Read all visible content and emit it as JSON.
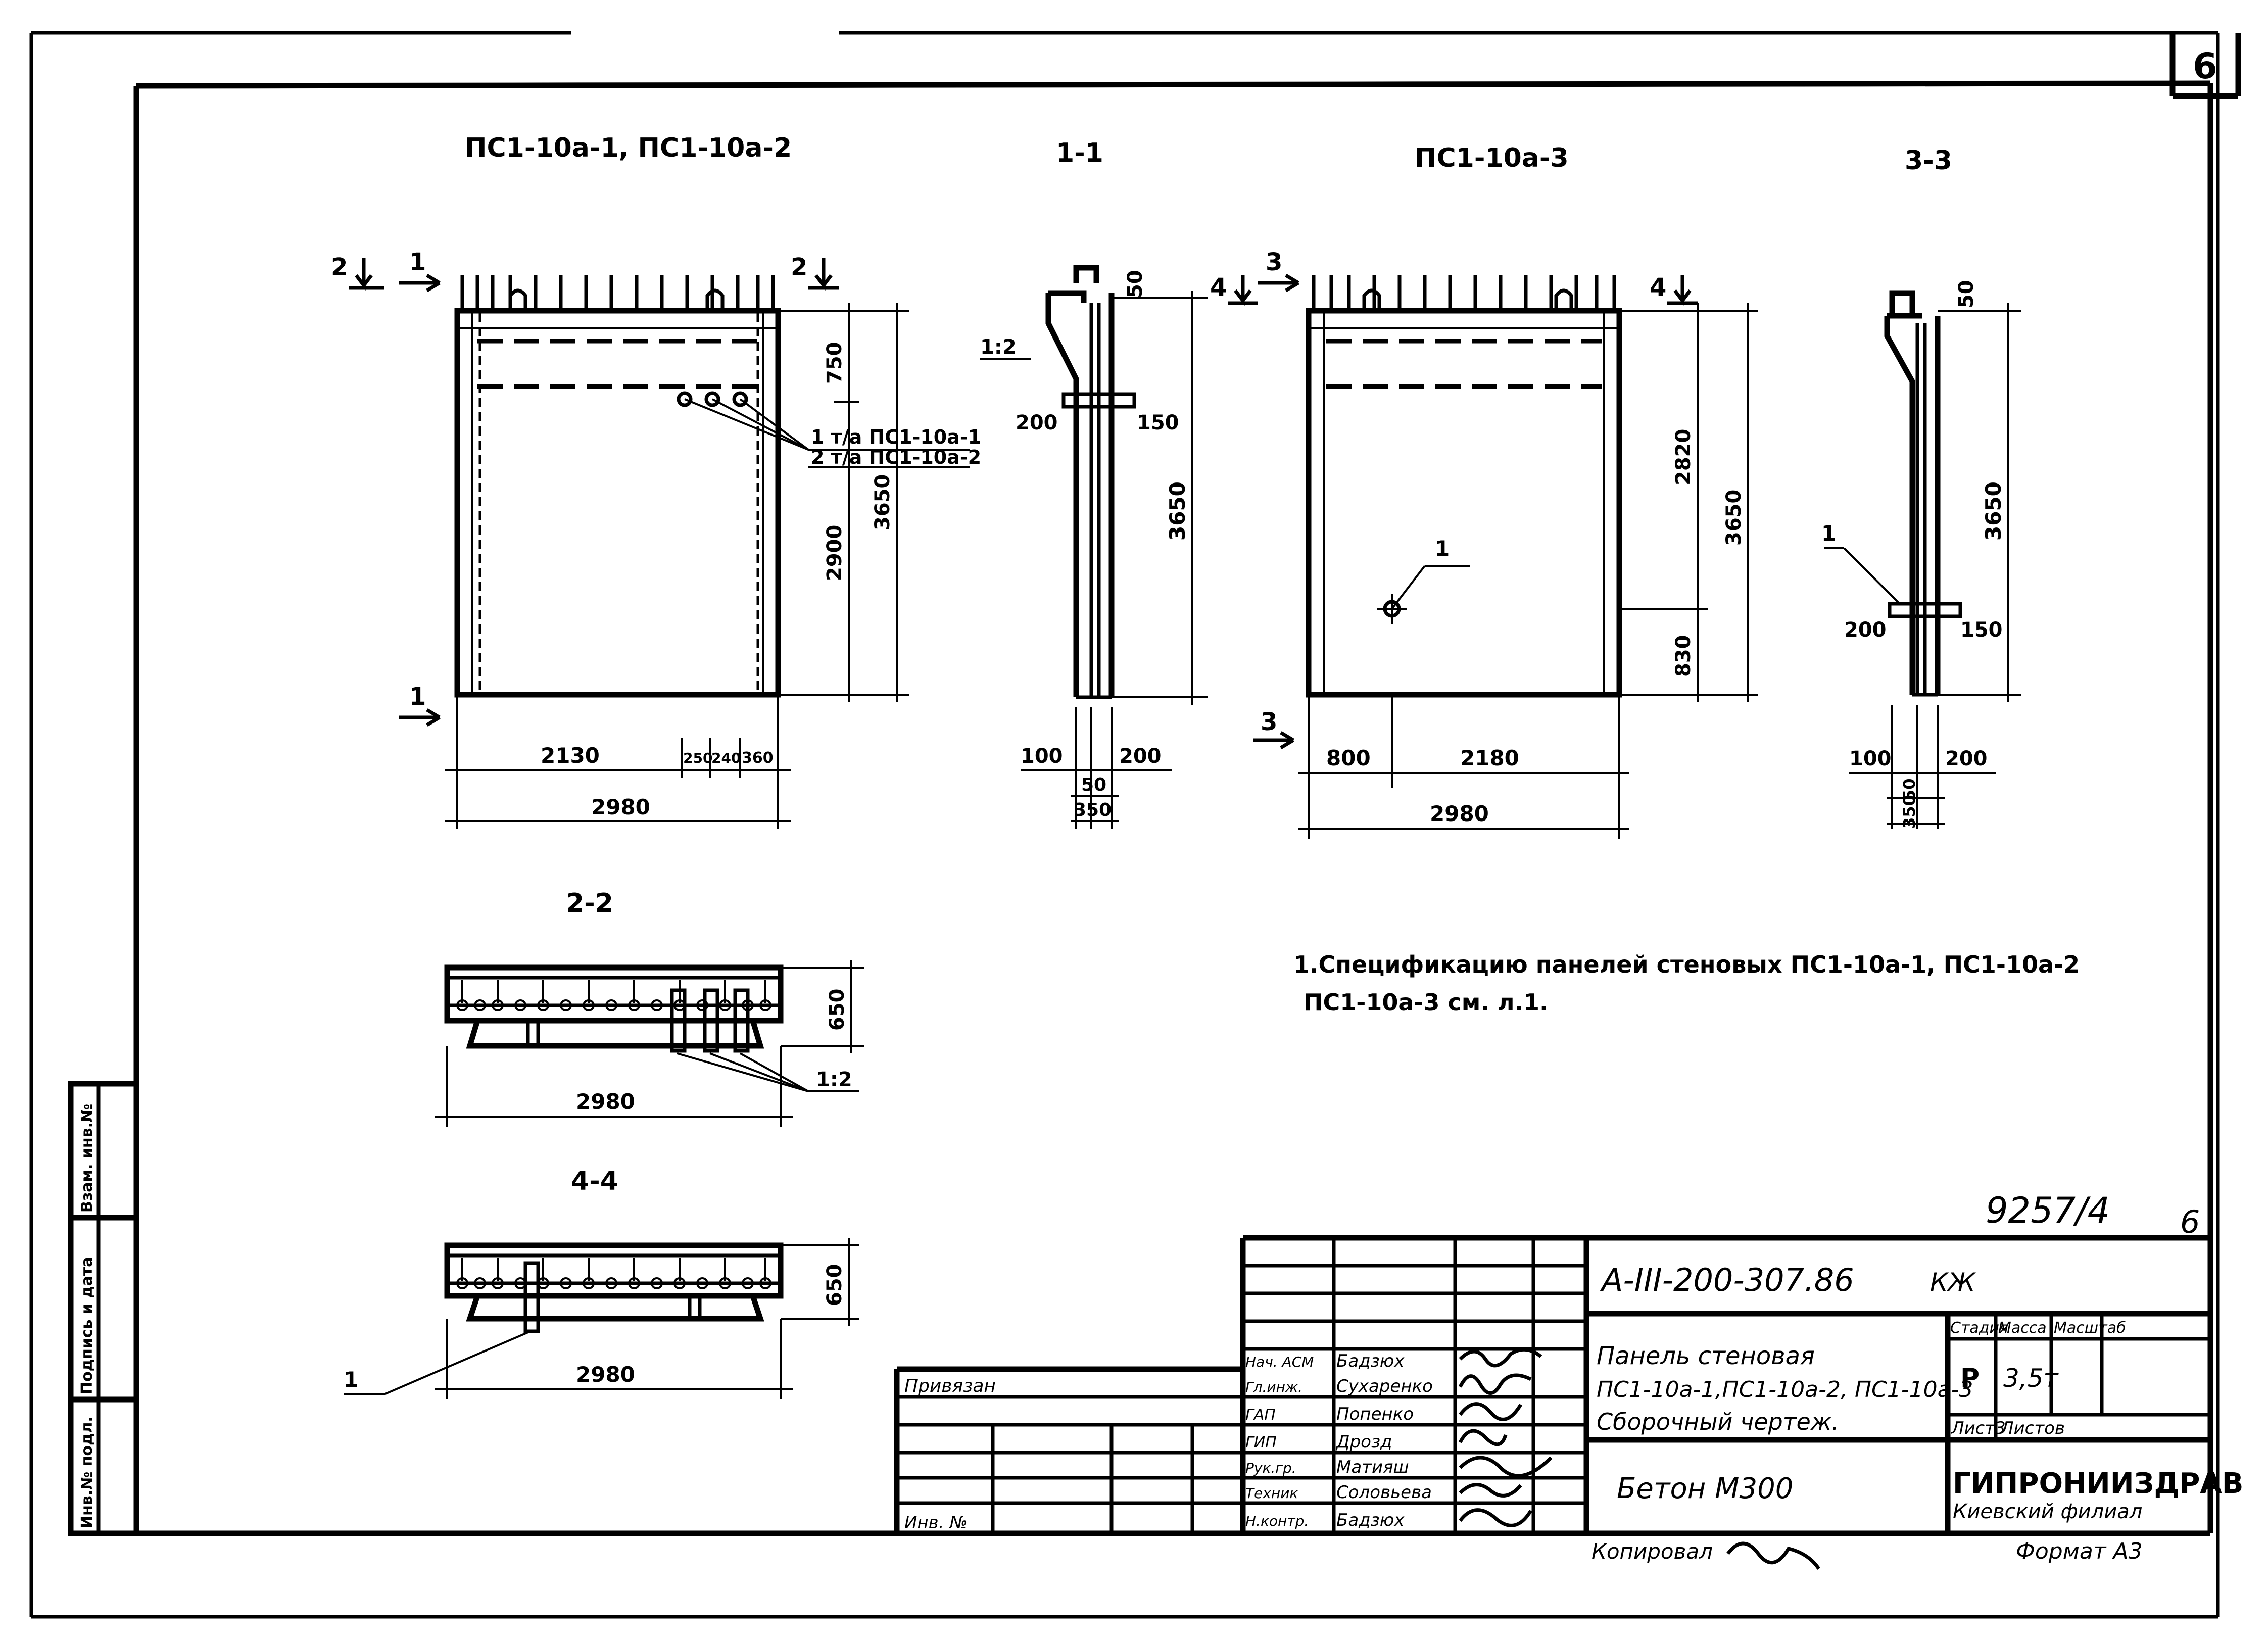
{
  "sheet_corner_number": "6",
  "views": {
    "view_a_title": "ПС1-10а-1, ПС1-10а-2",
    "view_b_title": "1-1",
    "view_c_title": "ПС1-10а-3",
    "view_d_title": "3-3",
    "view_e_title": "2-2",
    "view_f_title": "4-4"
  },
  "section_marks": {
    "m1": "1",
    "m2": "2",
    "m3": "3",
    "m4": "4"
  },
  "dimensions": {
    "d750": "750",
    "d2900": "2900",
    "d3650": "3650",
    "d2130": "2130",
    "d250": "250",
    "d240": "240",
    "d360": "360",
    "d2980": "2980",
    "d50": "50",
    "d200": "200",
    "d150": "150",
    "d100": "100",
    "d350": "350",
    "d2820": "2820",
    "d830": "830",
    "d800": "800",
    "d2180": "2180",
    "d650": "650"
  },
  "callouts": {
    "scale_12": "1:2",
    "leader_1": "1",
    "loop_a1": "1 т/а ПС1-10а-1",
    "loop_a2": "2 т/а ПС1-10а-2"
  },
  "note": {
    "line1": "1.Спецификацию панелей стеновых  ПС1-10а-1, ПС1-10а-2",
    "line2": "ПС1-10а-3 см. л.1."
  },
  "archive_number": "9257/4",
  "archive_sheet": "6",
  "title_block": {
    "designation": "А-III-200-307.86",
    "designation_suffix": "КЖ",
    "title_line1": "Панель стеновая",
    "title_line2": "ПС1-10а-1,ПС1-10а-2, ПС1-10а-3",
    "title_line3": "Сборочный чертеж.",
    "material": "Бетон М300",
    "stage_header": "Стадия",
    "mass_header": "Масса",
    "scale_header": "Масштаб",
    "stage_value": "Р",
    "mass_value": "3,5т",
    "sheet_label": "Лист3",
    "sheets_label": "Листов",
    "org_name": "ГИПРОНИИЗДРАВ",
    "org_branch": "Киевский филиал",
    "privyazan": "Привязан",
    "inv_no": "Инв. №",
    "copied_by": "Копировал",
    "format": "Формат А3"
  },
  "staff": [
    {
      "role": "Нач. АСМ",
      "name": "Бадзюх"
    },
    {
      "role": "Гл.инж.",
      "name": "Сухаренко"
    },
    {
      "role": "ГАП",
      "name": "Попенко"
    },
    {
      "role": "ГИП",
      "name": "Дрозд"
    },
    {
      "role": "Рук.гр.",
      "name": "Матияш"
    },
    {
      "role": "Техник",
      "name": "Соловьева"
    },
    {
      "role": "Н.контр.",
      "name": "Бадзюх"
    }
  ],
  "side_stamp": {
    "cell1": "Взам. инв.№",
    "cell2": "Подпись и дата",
    "cell3": "Инв.№ подл."
  }
}
